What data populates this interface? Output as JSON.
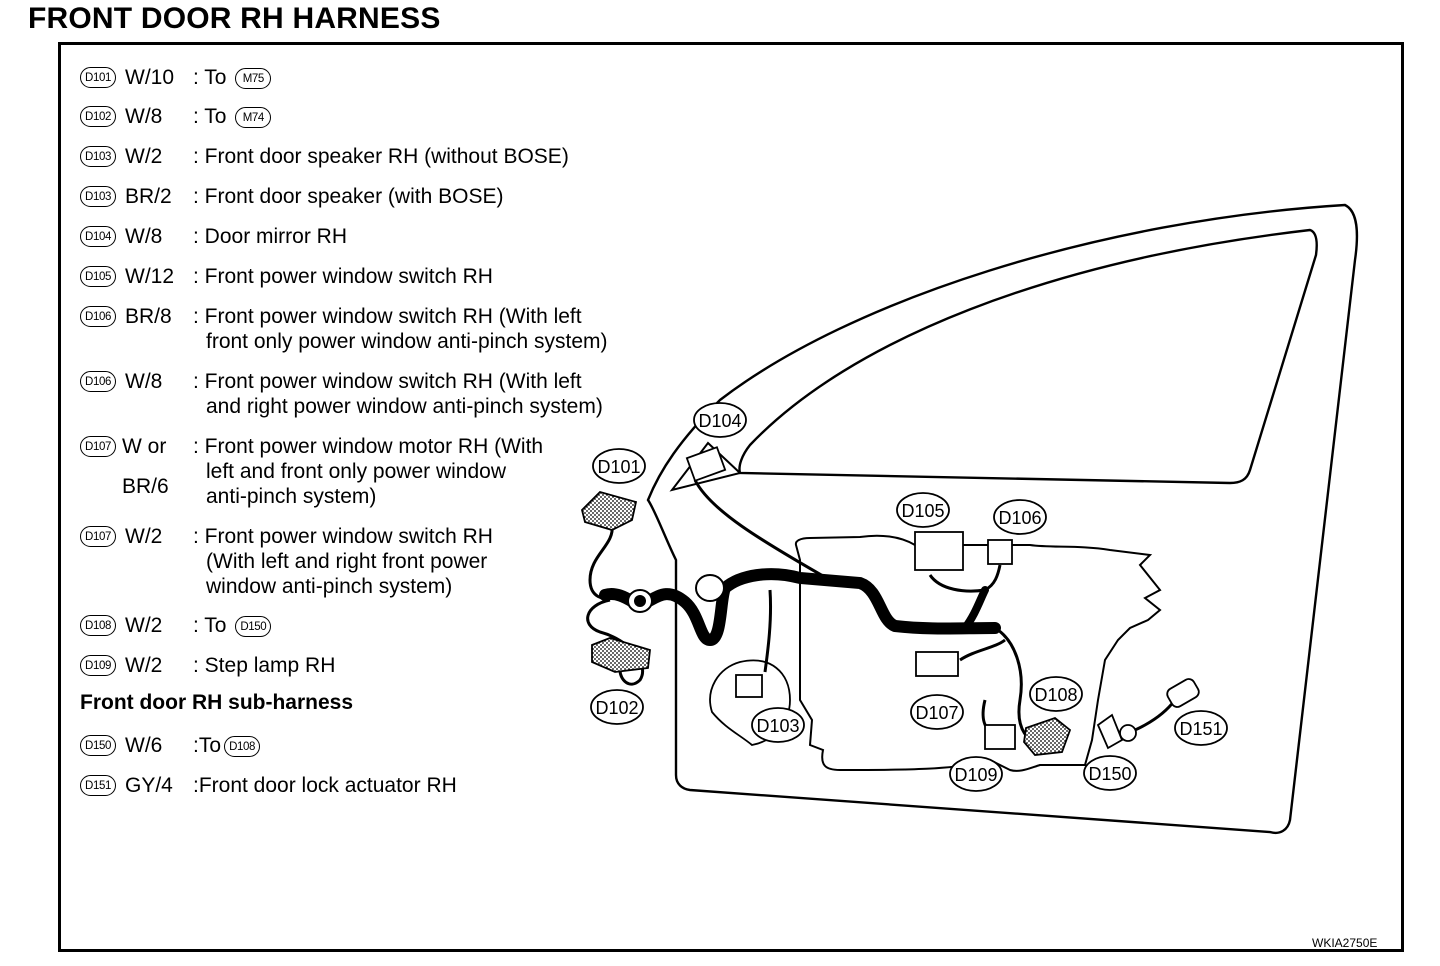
{
  "title": "FRONT DOOR RH HARNESS",
  "connectors": [
    {
      "id": "D101",
      "wire": "W/10",
      "desc": [
        ": To"
      ],
      "ref": "M75"
    },
    {
      "id": "D102",
      "wire": "W/8",
      "desc": [
        ": To"
      ],
      "ref": "M74"
    },
    {
      "id": "D103",
      "wire": "W/2",
      "desc": [
        ": Front door speaker RH (without BOSE)"
      ]
    },
    {
      "id": "D103",
      "wire": "BR/2",
      "desc": [
        ": Front door speaker (with BOSE)"
      ]
    },
    {
      "id": "D104",
      "wire": "W/8",
      "desc": [
        ": Door mirror RH"
      ]
    },
    {
      "id": "D105",
      "wire": "W/12",
      "desc": [
        ": Front power window switch RH"
      ]
    },
    {
      "id": "D106",
      "wire": "BR/8",
      "desc": [
        ": Front power window switch RH (With left",
        "front only power window anti-pinch system)"
      ]
    },
    {
      "id": "D106",
      "wire": "W/8",
      "desc": [
        ": Front power window switch RH (With left",
        "and right power window anti-pinch system)"
      ]
    },
    {
      "id": "D107",
      "wire": "W or",
      "wire2": "BR/6",
      "desc": [
        ": Front power window motor RH (With",
        "left and front only power window",
        "anti-pinch system)"
      ]
    },
    {
      "id": "D107",
      "wire": "W/2",
      "desc": [
        ": Front power window switch RH",
        "(With left and right front power",
        "window anti-pinch system)"
      ]
    },
    {
      "id": "D108",
      "wire": "W/2",
      "desc": [
        ": To"
      ],
      "ref": "D150"
    },
    {
      "id": "D109",
      "wire": "W/2",
      "desc": [
        ": Step lamp RH"
      ]
    }
  ],
  "sub_harness": {
    "heading": "Front door RH sub-harness",
    "connectors": [
      {
        "id": "D150",
        "wire": "W/6",
        "desc": [
          ":To"
        ],
        "ref": "D108"
      },
      {
        "id": "D151",
        "wire": "GY/4",
        "desc": [
          ":Front door lock actuator RH"
        ]
      }
    ]
  },
  "callouts": [
    "D101",
    "D102",
    "D103",
    "D104",
    "D105",
    "D106",
    "D107",
    "D108",
    "D109",
    "D150",
    "D151"
  ],
  "figure_code": "WKIA2750E"
}
